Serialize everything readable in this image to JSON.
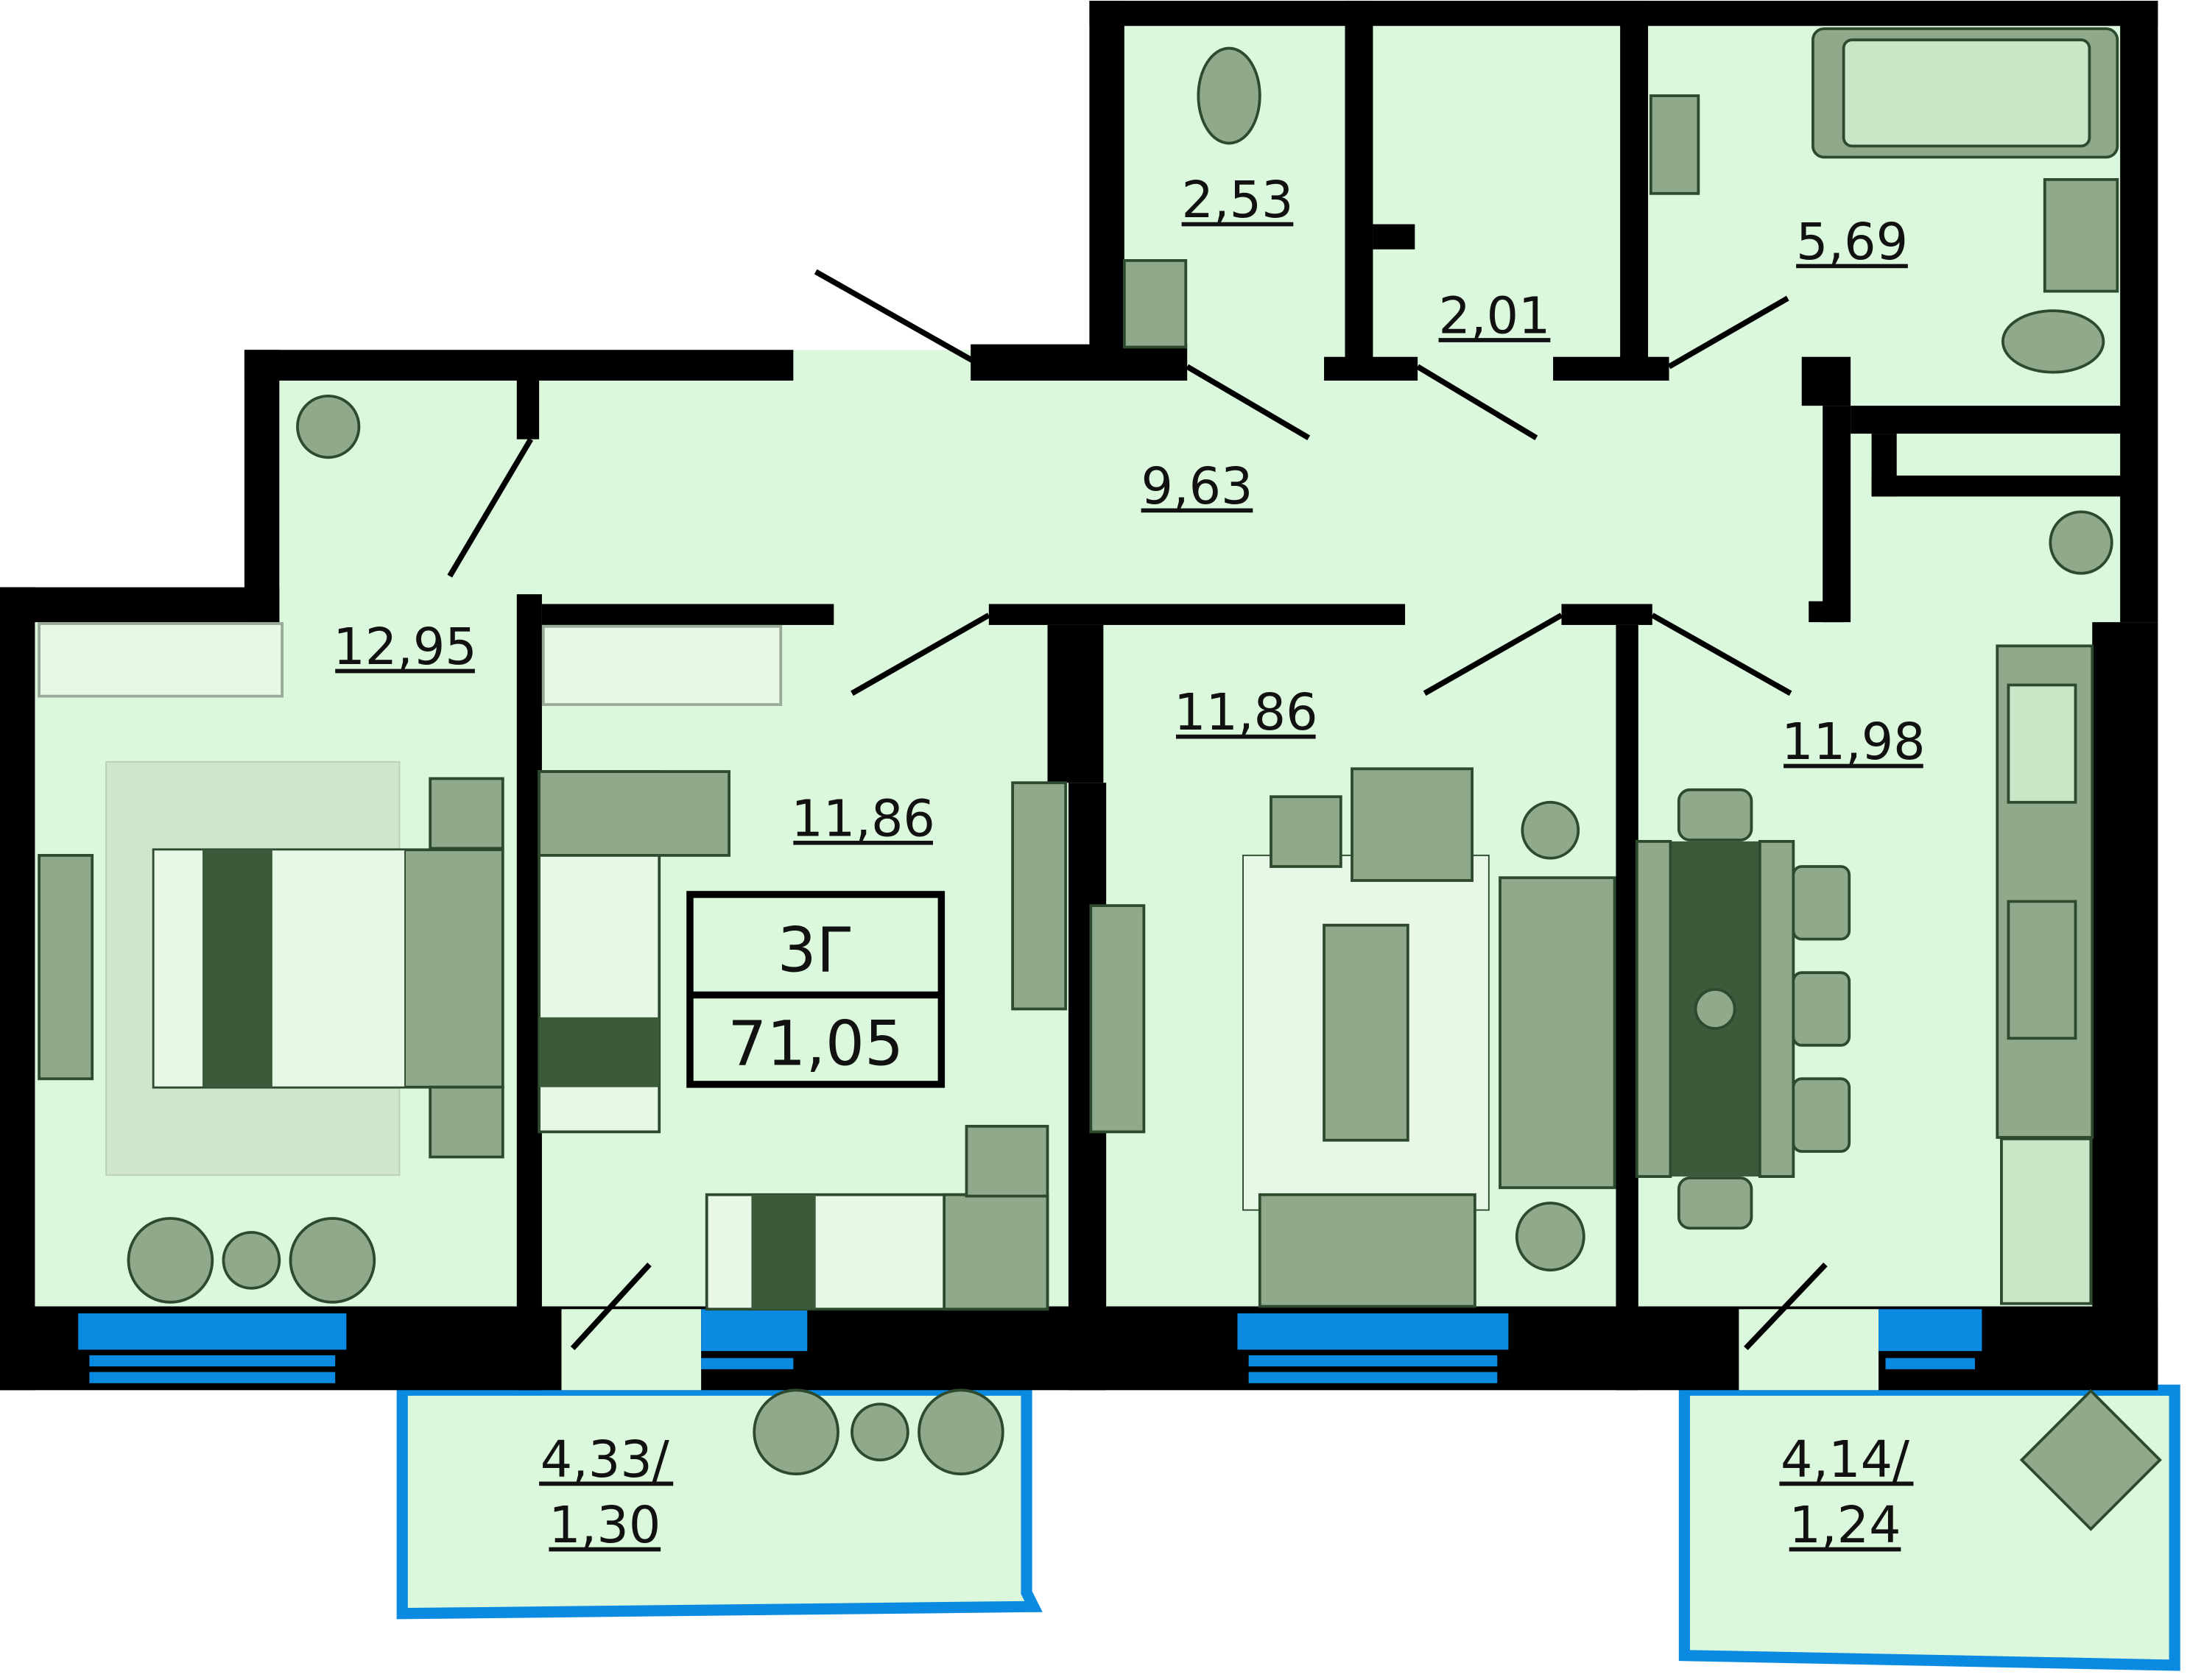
{
  "unit": {
    "code": "3Г",
    "total_area": "71,05"
  },
  "rooms": {
    "wc": "2,53",
    "wardrobe": "2,01",
    "bathroom": "5,69",
    "hall": "9,63",
    "bedroom_left": "12,95",
    "bedroom_middle": "11,86",
    "living_room": "11,86",
    "kitchen": "11,98"
  },
  "balconies": {
    "left": {
      "line1": "4,33/",
      "line2": "1,30"
    },
    "right": {
      "line1": "4,14/",
      "line2": "1,24"
    }
  },
  "colors": {
    "floor": "#dcf8dc",
    "wall": "#000000",
    "window": "#0a8ae0",
    "furniture": "#8fa98a",
    "furniture_dark": "#3a5a3a"
  }
}
